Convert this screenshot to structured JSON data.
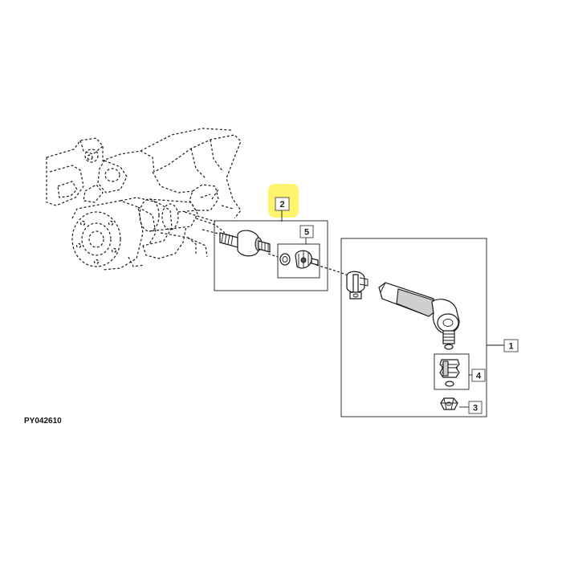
{
  "drawing": {
    "reference_code": "PY042610",
    "highlight_color": "#fff35c",
    "callouts": [
      {
        "id": "c1",
        "label": "1"
      },
      {
        "id": "c2",
        "label": "2"
      },
      {
        "id": "c3",
        "label": "3"
      },
      {
        "id": "c4",
        "label": "4"
      },
      {
        "id": "c5",
        "label": "5"
      }
    ],
    "highlighted_callout": "2"
  }
}
